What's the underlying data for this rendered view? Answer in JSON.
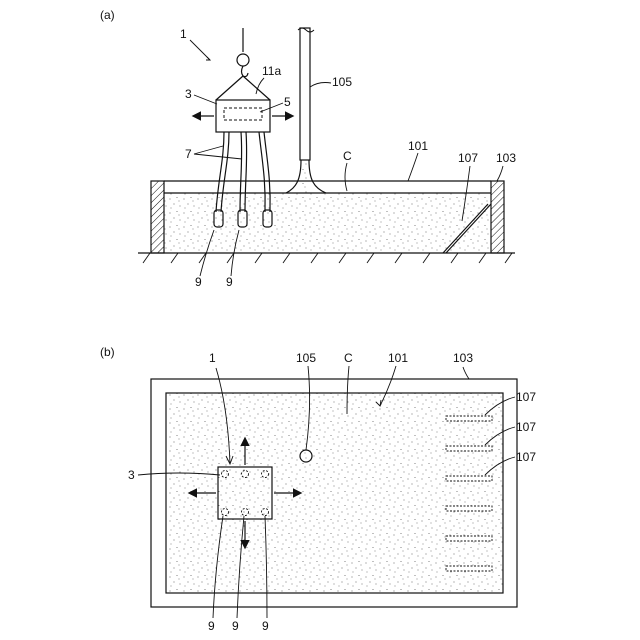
{
  "panels": {
    "a": "(a)",
    "b": "(b)"
  },
  "labels_a": {
    "device": "1",
    "hoist_ref": "11a",
    "body_ref": "3",
    "controller_ref": "5",
    "pipe_ref": "105",
    "hoses_ref": "7",
    "concrete_ref": "C",
    "surface_ref": "101",
    "sensor_ref": "107",
    "form_ref": "103",
    "vibrator_ref_1": "9",
    "vibrator_ref_2": "9"
  },
  "labels_b": {
    "device": "1",
    "pipe_ref": "105",
    "concrete_ref": "C",
    "surface_ref": "101",
    "form_ref": "103",
    "sensor_ref_1": "107",
    "sensor_ref_2": "107",
    "sensor_ref_3": "107",
    "body_ref": "3",
    "vibrator_ref_1": "9",
    "vibrator_ref_2": "9",
    "vibrator_ref_3": "9"
  },
  "style": {
    "ink": "#111111",
    "fill_dots": "#555555"
  }
}
